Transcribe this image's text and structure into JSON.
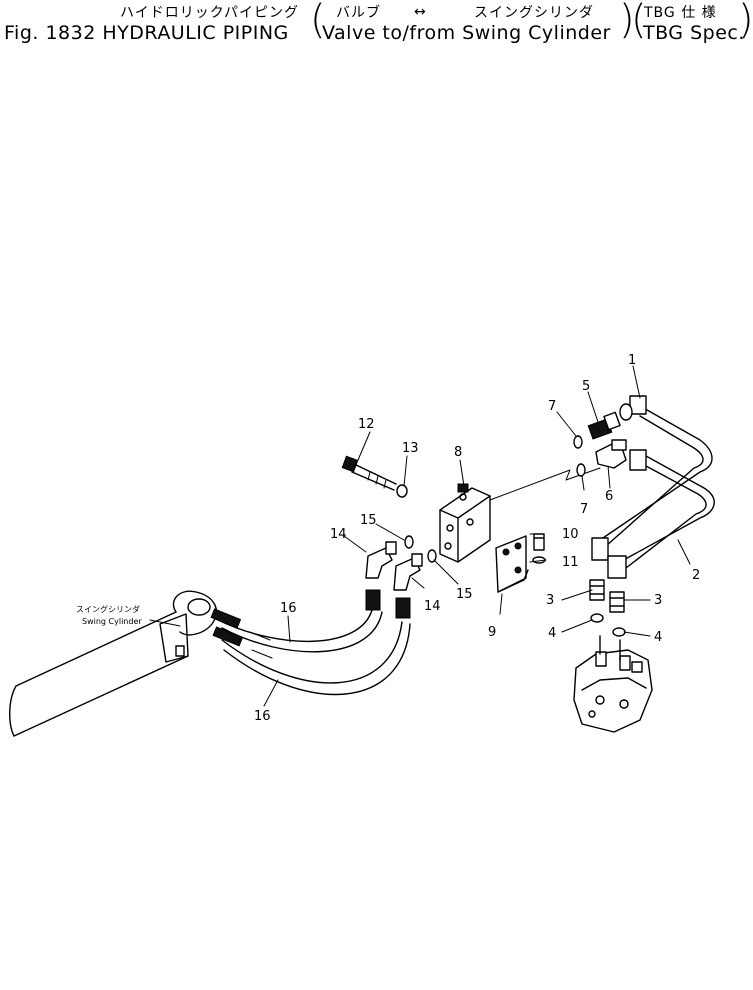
{
  "header": {
    "jp_title": "ハイドロリックパイピング",
    "jp_valve": "バルブ",
    "jp_arrow": "↔",
    "jp_cyl": "スイングシリンダ",
    "jp_spec": "TBG 仕 様",
    "fig_label": "Fig. 1832 HYDRAULIC PIPING",
    "en_valve": "Valve to/from Swing Cylinder",
    "en_spec": "TBG Spec."
  },
  "cylinder_label": {
    "jp": "スイングシリンダ",
    "en": "Swing Cylinder"
  },
  "callouts": [
    "1",
    "2",
    "3",
    "3",
    "4",
    "4",
    "5",
    "6",
    "7",
    "7",
    "8",
    "9",
    "10",
    "11",
    "12",
    "13",
    "14",
    "14",
    "15",
    "15",
    "16",
    "16"
  ]
}
